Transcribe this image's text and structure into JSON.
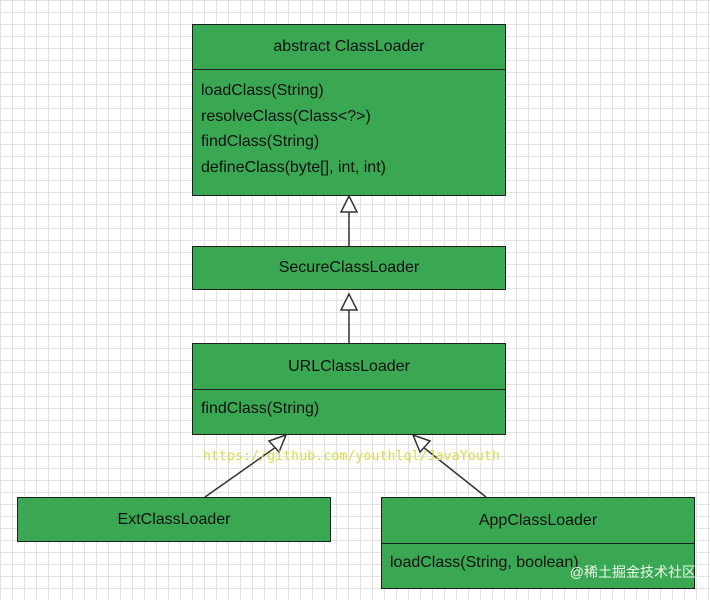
{
  "classes": {
    "classloader": {
      "title": "abstract ClassLoader",
      "methods": [
        "loadClass(String)",
        "resolveClass(Class<?>)",
        "findClass(String)",
        "defineClass(byte[], int, int)"
      ]
    },
    "secure": {
      "title": "SecureClassLoader"
    },
    "url": {
      "title": "URLClassLoader",
      "methods": [
        "findClass(String)"
      ]
    },
    "ext": {
      "title": "ExtClassLoader"
    },
    "app": {
      "title": "AppClassLoader",
      "methods": [
        "loadClass(String, boolean)"
      ]
    }
  },
  "watermark": "https://github.com/youthlql/JavaYouth",
  "logo_text": "@稀土掘金技术社区",
  "colors": {
    "box_fill": "#3aa852",
    "border": "#1f1f1f",
    "watermark": "#d6dc48"
  }
}
